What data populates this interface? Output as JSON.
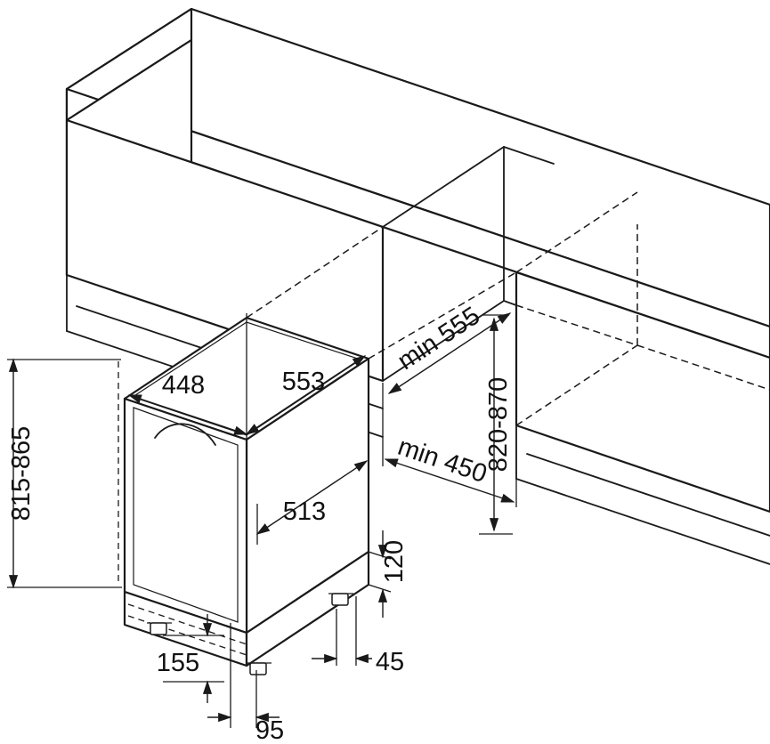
{
  "diagram": {
    "kind": "built-in dishwasher installation drawing",
    "dimensions": {
      "appliance_width": "448",
      "appliance_depth": "553",
      "appliance_body_depth": "513",
      "appliance_height": "815-865",
      "niche_depth": "min 555",
      "niche_width": "min 450",
      "niche_height": "820-870",
      "plinth_clearance": "120",
      "foot_adjust": "155",
      "foot_inset": "45",
      "plinth_recess": "95"
    },
    "colors": {
      "line": "#1a1a1a",
      "background": "#ffffff"
    }
  }
}
